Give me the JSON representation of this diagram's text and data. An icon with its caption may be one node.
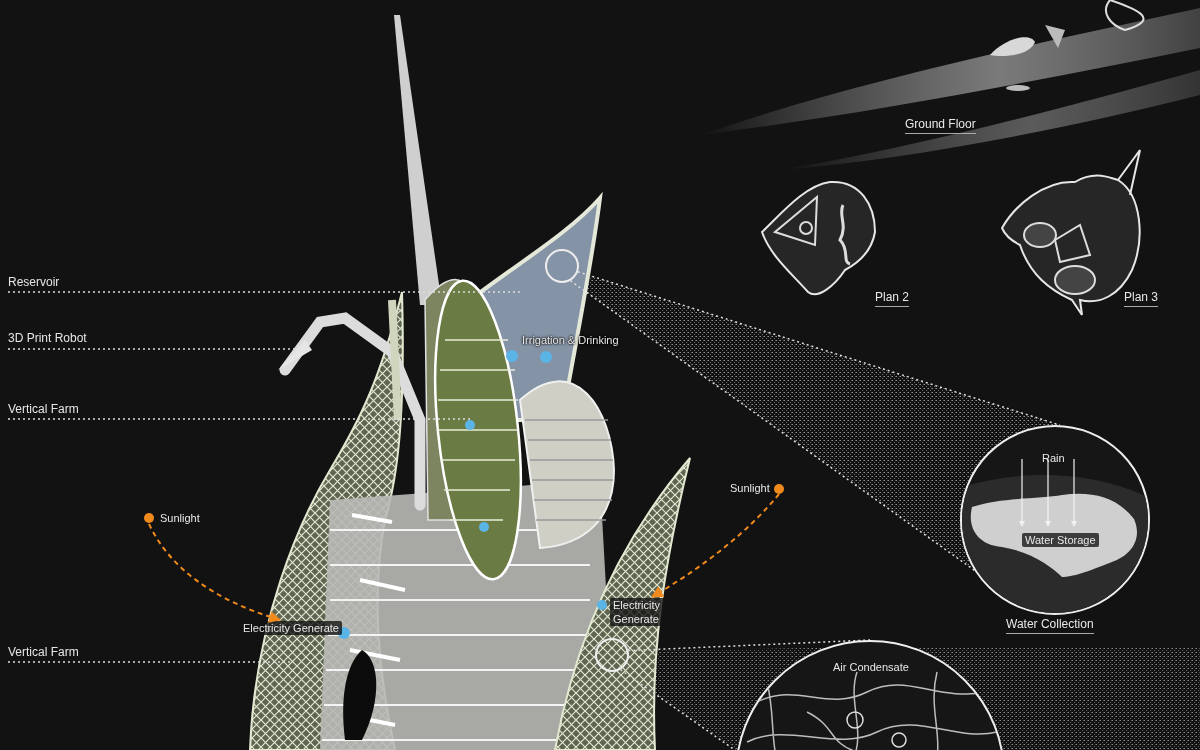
{
  "diagram": {
    "nodes": [
      {
        "text": [],
        "shape": "picture"
      },
      {
        "text": [
          "Reservoir"
        ]
      },
      {
        "text": [
          "3D Print Robot"
        ]
      },
      {
        "text": [
          "Vertical Farm"
        ]
      },
      {
        "text": [
          "Vertical Farm"
        ]
      },
      {
        "text": [
          "Sunlight"
        ]
      },
      {
        "text": [
          "Electricity Generate"
        ],
        "in": 0
      },
      {
        "text": [
          "Sunlight"
        ]
      },
      {
        "text": [
          "Electricity Generate"
        ],
        "in": 0
      },
      {
        "text": [],
        "shape": "circle",
        "in": 0
      },
      {
        "text": [
          "Rain",
          "Water Storage",
          "Water Collection"
        ]
      },
      {
        "text": [],
        "shape": "circle",
        "in": 0
      },
      {
        "text": [
          "Air Condensate"
        ]
      }
    ],
    "edges": [
      {
        "from": 1,
        "to": 0,
        "arrow": "none",
        "style": "dashed"
      },
      {
        "from": 2,
        "to": 0,
        "arrow": "none",
        "style": "dashed"
      },
      {
        "from": 3,
        "to": 0,
        "arrow": "none",
        "style": "dashed"
      },
      {
        "from": 4,
        "to": 0,
        "arrow": "none",
        "style": "dashed"
      },
      {
        "from": 5,
        "to": 6,
        "arrow": "to",
        "style": "dashed",
        "color": "#f08a1c"
      },
      {
        "from": 7,
        "to": 8,
        "arrow": "to",
        "style": "dashed",
        "color": "#f08a1c"
      },
      {
        "from": 9,
        "to": 10,
        "arrow": "none",
        "style": "dashed"
      },
      {
        "from": 9,
        "to": 10,
        "arrow": "none",
        "style": "dashed"
      },
      {
        "from": 11,
        "to": 12,
        "arrow": "none",
        "style": "dashed"
      },
      {
        "from": 11,
        "to": 12,
        "arrow": "none",
        "style": "dashed"
      }
    ],
    "labels": [
      "Ground Floor",
      "Plan 2",
      "Plan 3",
      "Irrigation & Drinking"
    ]
  }
}
